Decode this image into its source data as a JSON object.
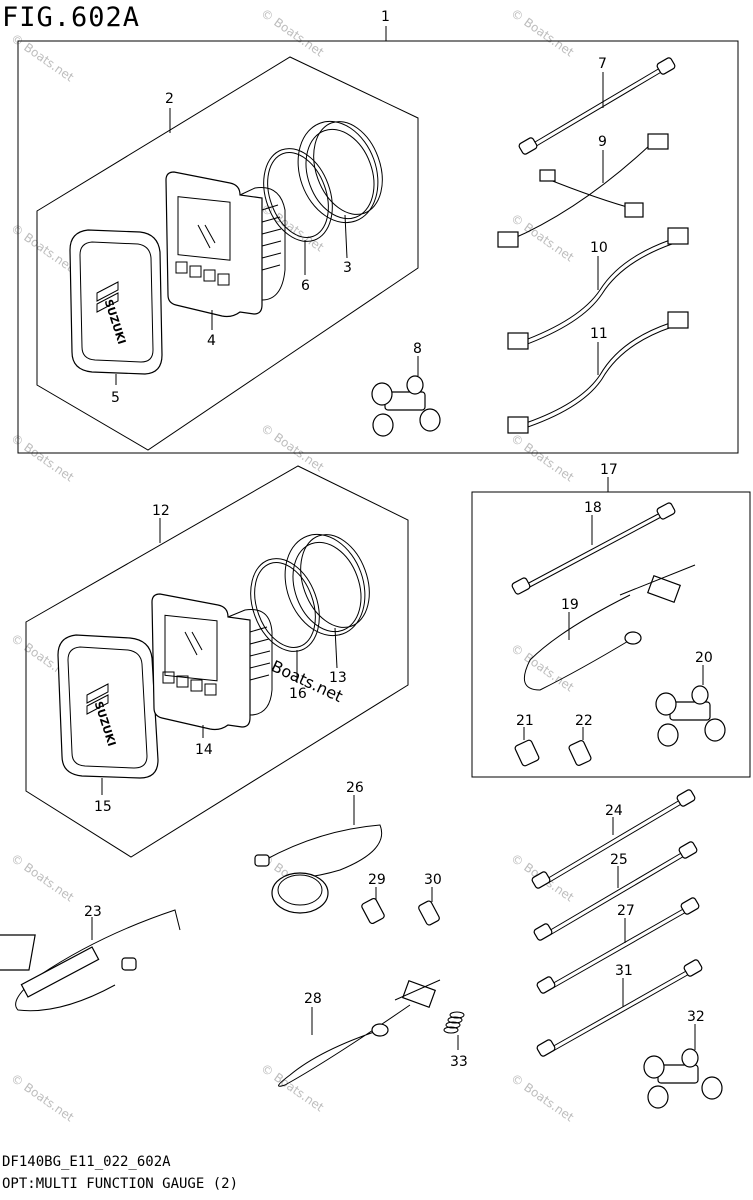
{
  "figure": {
    "title": "FIG.602A",
    "code": "DF140BG_E11_022_602A",
    "caption": "OPT:MULTI FUNCTION GAUGE (2)",
    "brand_on_bezel": "SUZUKI",
    "overlay_text": "Boats.net",
    "watermark": "© Boats.net"
  },
  "callouts": [
    "1",
    "2",
    "3",
    "4",
    "5",
    "6",
    "7",
    "8",
    "9",
    "10",
    "11",
    "12",
    "13",
    "14",
    "15",
    "16",
    "17",
    "18",
    "19",
    "20",
    "21",
    "22",
    "23",
    "24",
    "25",
    "26",
    "27",
    "28",
    "29",
    "30",
    "31",
    "32",
    "33"
  ]
}
